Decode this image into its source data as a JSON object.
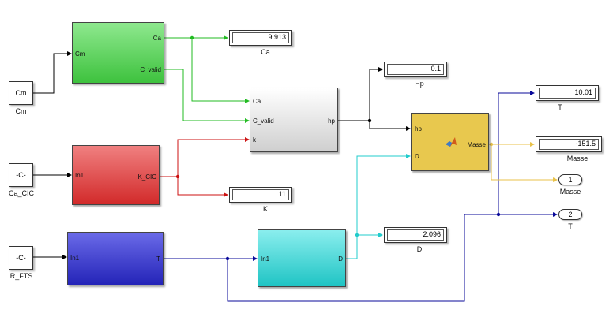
{
  "colors": {
    "green_line": "#22bb22",
    "red_line": "#cc1111",
    "blue_line": "#0a0a9a",
    "cyan_line": "#22cccc",
    "yellow_line": "#e8c24a",
    "black_line": "#000000"
  },
  "sources": {
    "cm": {
      "text": "Cm",
      "label": "Cm"
    },
    "ca_cic": {
      "text": "-C-",
      "label": "Ca_CIC"
    },
    "r_fts": {
      "text": "-C-",
      "label": "R_FTS"
    }
  },
  "blocks": {
    "green": {
      "in_port": "Cm",
      "out_port1": "Ca",
      "out_port2": "C_valid"
    },
    "red": {
      "in_port": "In1",
      "out_port": "K_CIC"
    },
    "blue": {
      "in_port": "In1",
      "out_port": "T"
    },
    "gray": {
      "in_port1": "Ca",
      "in_port2": "C_valid",
      "in_port3": "k",
      "out_port": "hp"
    },
    "cyan": {
      "in_port": "In1",
      "out_port": "D"
    },
    "yellow": {
      "in_port1": "hp",
      "in_port2": "D",
      "out_port": "Masse",
      "icon": "matlab-function-icon"
    }
  },
  "displays": {
    "ca": {
      "value": "9.913",
      "label": "Ca"
    },
    "k": {
      "value": "11",
      "label": "K"
    },
    "hp": {
      "value": "0.1",
      "label": "Hp"
    },
    "d": {
      "value": "2.096",
      "label": "D"
    },
    "t": {
      "value": "10.01",
      "label": "T"
    },
    "masse": {
      "value": "-151.5",
      "label": "Masse"
    }
  },
  "outports": {
    "masse": {
      "number": "1",
      "label": "Masse"
    },
    "t": {
      "number": "2",
      "label": "T"
    }
  }
}
